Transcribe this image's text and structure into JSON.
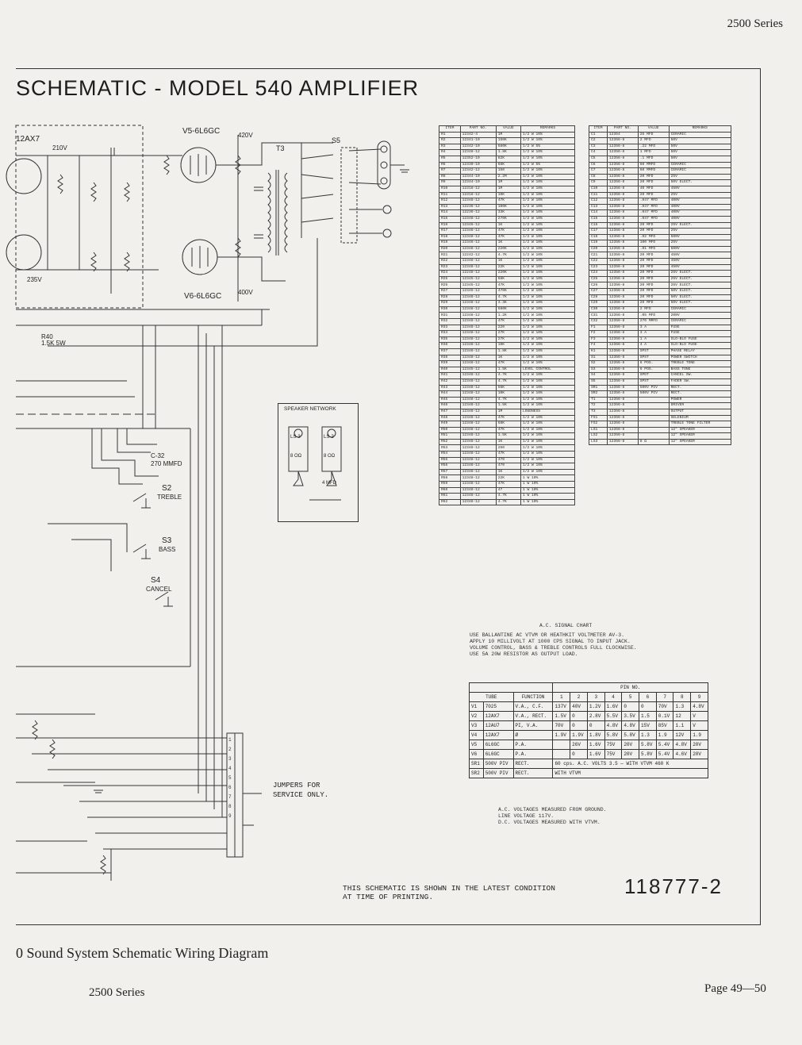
{
  "header": {
    "series": "2500 Series"
  },
  "schematic": {
    "title": "SCHEMATIC - MODEL 540 AMPLIFIER",
    "labels": {
      "v5": "V5-6L6GC",
      "v6": "V6-6L6GC",
      "v2": "12AX7",
      "t3": "T3",
      "s5": "S5",
      "s2": "S2",
      "s2_sub": "TREBLE",
      "s3": "S3",
      "s3_sub": "BASS",
      "s4": "S4",
      "s4_sub": "CANCEL",
      "v_420": "420V",
      "v_235": "235V",
      "v_400": "400V",
      "v_210": "210V",
      "r40": "R40",
      "r40_val": "1.5K 5W",
      "c32": "C-32",
      "c32_val": "270 MMFD"
    },
    "speaker_network": {
      "title": "SPEAKER NETWORK",
      "ls3": "LS-3",
      "ls2": "LS-2",
      "ls3_z": "8 OΩ",
      "ls2_z": "8 OΩ",
      "c_note": "4 MFD"
    },
    "parts_table_left": {
      "headers": [
        "ITEM",
        "PART NO.",
        "VALUE",
        "REMARKS"
      ],
      "rows": [
        [
          "R1",
          "12342-4",
          "1M",
          "1/2 W 10%"
        ],
        [
          "R2",
          "12341-10",
          "150K",
          "1/2 W 10%"
        ],
        [
          "R3",
          "12342-10",
          "680K",
          "1/2 W 5%"
        ],
        [
          "R4",
          "12348-12",
          "1.8K",
          "1/2 W 10%"
        ],
        [
          "R5",
          "12352-10",
          "82K",
          "1/2 W 10%"
        ],
        [
          "R6",
          "12330-10",
          "68K",
          "1/2 W 5%"
        ],
        [
          "R7",
          "12342-12",
          "150",
          "1/2 W 10%"
        ],
        [
          "R8",
          "12344-10",
          "2.2M",
          "1/2 W 10%"
        ],
        [
          "R9",
          "12344-10",
          "1M",
          "1/2 W 10%"
        ],
        [
          "R10",
          "12318-12",
          "1M",
          "1/2 W 10%"
        ],
        [
          "R11",
          "12318-12",
          "10K",
          "1/2 W 10%"
        ],
        [
          "R12",
          "12348-12",
          "47K",
          "1/2 W 10%"
        ],
        [
          "R13",
          "12236-12",
          "100K",
          "1/2 W 10%"
        ],
        [
          "R14",
          "12236-12",
          "33K",
          "1/2 W 10%"
        ],
        [
          "R15",
          "12348-12",
          "270K",
          "1/2 W 10%"
        ],
        [
          "R16",
          "12346-12",
          "1K",
          "1/2 W 10%"
        ],
        [
          "R17",
          "12348-12",
          "47K",
          "1/2 W 10%"
        ],
        [
          "R18",
          "12348-12",
          "47K",
          "1/2 W 10%"
        ],
        [
          "R19",
          "12346-12",
          "1K",
          "1/2 W 10%"
        ],
        [
          "R20",
          "12348-12",
          "220K",
          "1/2 W 10%"
        ],
        [
          "R21",
          "12242-12",
          "4.7K",
          "1/2 W 10%"
        ],
        [
          "R22",
          "12348-12",
          "1K",
          "1/2 W 10%"
        ],
        [
          "R23",
          "12348-12",
          "22K",
          "1/2 W 10%"
        ],
        [
          "R24",
          "12248-12",
          "220K",
          "1/2 W 10%"
        ],
        [
          "R25",
          "12345-12",
          "68K",
          "1/2 W 10%"
        ],
        [
          "R26",
          "12345-12",
          "47K",
          "1/2 W 10%"
        ],
        [
          "R27",
          "12345-12",
          "470K",
          "1/2 W 10%"
        ],
        [
          "R28",
          "12348-12",
          "4.7K",
          "1/2 W 10%"
        ],
        [
          "R29",
          "12348-12",
          "3.3K",
          "1/2 W 10%"
        ],
        [
          "R30",
          "12348-12",
          "680K",
          "1/2 W 10%"
        ],
        [
          "R31",
          "12348-12",
          "1.2K",
          "1/2 W 10%"
        ],
        [
          "R32",
          "12348-12",
          "47K",
          "1/2 W 10%"
        ],
        [
          "R33",
          "12348-12",
          "220",
          "1/2 W 10%"
        ],
        [
          "R34",
          "12348-12",
          "27K",
          "1/2 W 10%"
        ],
        [
          "R35",
          "12348-12",
          "27K",
          "1/2 W 10%"
        ],
        [
          "R36",
          "12348-12",
          "10K",
          "1/2 W 10%"
        ],
        [
          "R37",
          "12348-12",
          "1.8K",
          "1/2 W 10%"
        ],
        [
          "R38",
          "12348-12",
          "1K",
          "1/2 W 10%"
        ],
        [
          "R39",
          "12348-12",
          "47K",
          "1/2 W 10%"
        ],
        [
          "R40",
          "12345-12",
          "1.5K",
          "LEVEL CONTROL"
        ],
        [
          "R41",
          "12348-12",
          "4.7K",
          "1/2 W 10%"
        ],
        [
          "R42",
          "12348-12",
          "4.7K",
          "1/2 W 10%"
        ],
        [
          "R43",
          "12348-12",
          "56K",
          "1/2 W 10%"
        ],
        [
          "R44",
          "12348-12",
          "10K",
          "1/2 W 10%"
        ],
        [
          "R45",
          "12348-12",
          "4.7K",
          "1/2 W 10%"
        ],
        [
          "R46",
          "12348-12",
          "1.5K",
          "1/2 W 10%"
        ],
        [
          "R47",
          "12348-12",
          "1M",
          "LOUDNESS"
        ],
        [
          "R48",
          "12348-12",
          "47K",
          "1/2 W 10%"
        ],
        [
          "R49",
          "12348-12",
          "68K",
          "1/2 W 10%"
        ],
        [
          "R50",
          "12348-12",
          "47K",
          "1/2 W 10%"
        ],
        [
          "R51",
          "12348-12",
          "1.5K",
          "1/2 W 10%"
        ],
        [
          "R52",
          "12348-12",
          "1K",
          "1/2 W 10%"
        ],
        [
          "R53",
          "12348-12",
          "250",
          "1/2 W 10%"
        ],
        [
          "R54",
          "12348-12",
          "47K",
          "1/2 W 10%"
        ],
        [
          "R55",
          "12348-12",
          "470",
          "1/2 W 10%"
        ],
        [
          "R56",
          "12348-12",
          "470",
          "1/2 W 10%"
        ],
        [
          "R57",
          "12348-12",
          "1K",
          "1/2 W 10%"
        ],
        [
          "R58",
          "12348-12",
          "22K",
          "1 W 10%"
        ],
        [
          "R59",
          "12348-12",
          "47K",
          "1 W 10%"
        ],
        [
          "R60",
          "12348-12",
          "47",
          "1 W 10%"
        ],
        [
          "R61",
          "12348-12",
          "4.7K",
          "1 W 10%"
        ],
        [
          "R62",
          "12348-12",
          "4.7K",
          "1 W 10%"
        ]
      ]
    },
    "parts_table_right": {
      "headers": [
        "ITEM",
        "PART NO.",
        "VALUE",
        "REMARKS"
      ],
      "rows": [
        [
          "C1",
          "12354",
          "25 MFD",
          "CERAMIC"
        ],
        [
          "C2",
          "12356-8",
          "2 MFD",
          "50V"
        ],
        [
          "C3",
          "12356-8",
          ".22 MFD",
          "50V"
        ],
        [
          "C4",
          "12356-8",
          "1 MFD",
          "50V"
        ],
        [
          "C5",
          "12356-8",
          ".1 MFD",
          "50V"
        ],
        [
          "C6",
          "12356-8",
          "60 MMFD",
          "CERAMIC"
        ],
        [
          "C7",
          "12356-8",
          "60 MMFD",
          "CERAMIC"
        ],
        [
          "C8",
          "12356-8",
          "20 MFD",
          "25V"
        ],
        [
          "C9",
          "12356-8",
          "20 MFD",
          "50V ELECT."
        ],
        [
          "C10",
          "12356-8",
          "40 MFD",
          "450V"
        ],
        [
          "C11",
          "12356-8",
          "20 MFD",
          "25V"
        ],
        [
          "C12",
          "12356-8",
          ".047 MFD",
          "400V"
        ],
        [
          "C13",
          "12356-8",
          ".047 MFD",
          "400V"
        ],
        [
          "C14",
          "12356-8",
          ".047 MFD",
          "400V"
        ],
        [
          "C15",
          "12356-8",
          ".047 MFD",
          "400V"
        ],
        [
          "C16",
          "12356-8",
          "20 MFD",
          "25V ELECT."
        ],
        [
          "C17",
          "12356-8",
          "20 MFD",
          "25V"
        ],
        [
          "C18",
          "12356-8",
          ".02 MFD",
          "600V"
        ],
        [
          "C19",
          "12356-8",
          "100 MFD",
          "25V"
        ],
        [
          "C20",
          "12356-8",
          ".01 MFD",
          "600V"
        ],
        [
          "C21",
          "12356-8",
          "20 MFD",
          "450V"
        ],
        [
          "C22",
          "12356-8",
          "20 MFD",
          "450V"
        ],
        [
          "C23",
          "12356-8",
          "20 MFD",
          "450V"
        ],
        [
          "C24",
          "12356-8",
          "20 MFD",
          "25V ELECT."
        ],
        [
          "C25",
          "12356-8",
          "20 MFD",
          "25V ELECT."
        ],
        [
          "C26",
          "12356-8",
          "20 MFD",
          "25V ELECT."
        ],
        [
          "C27",
          "12356-8",
          "20 MFD",
          "50V ELECT."
        ],
        [
          "C28",
          "12356-8",
          "20 MFD",
          "50V ELECT."
        ],
        [
          "C29",
          "12356-8",
          "20 MFD",
          "50V ELECT."
        ],
        [
          "C30",
          "12356-8",
          "2 MFD",
          "CERAMIC"
        ],
        [
          "C31",
          "12356-8",
          ".05 MFD",
          "200V"
        ],
        [
          "C32",
          "12356-8",
          "270 MMFD",
          "CERAMIC"
        ],
        [
          "F1",
          "12356-8",
          "3 A",
          "FUSE"
        ],
        [
          "F2",
          "12356-8",
          "3 A",
          "FUSE"
        ],
        [
          "F3",
          "12356-8",
          "1 A",
          "SLO-BLO FUSE"
        ],
        [
          "F4",
          "12356-8",
          "4 A",
          "SLO-BLO FUSE"
        ],
        [
          "K1",
          "12356-8",
          "SPST",
          "PHASE RELAY"
        ],
        [
          "S1",
          "12356-8",
          "SPST",
          "POWER SWITCH"
        ],
        [
          "S2",
          "12356-8",
          "6 POS.",
          "TREBLE TONE"
        ],
        [
          "S3",
          "12356-8",
          "6 POS.",
          "BASS TONE"
        ],
        [
          "S4",
          "12356-8",
          "SPDT",
          "CANCEL SW."
        ],
        [
          "S5",
          "12356-8",
          "SPST",
          "FADER SW."
        ],
        [
          "SR1",
          "12356-8",
          "500V PIV",
          "RECT."
        ],
        [
          "SR2",
          "12356-8",
          "500V PIV",
          "RECT."
        ],
        [
          "T1",
          "12356-8",
          "",
          "POWER"
        ],
        [
          "T2",
          "12356-8",
          "",
          "DRIVER"
        ],
        [
          "T3",
          "12356-8",
          "",
          "OUTPUT"
        ],
        [
          "FS1",
          "12356-8",
          "",
          "SELENIUM"
        ],
        [
          "FS2",
          "12356-8",
          "",
          "TREBLE TONE FILTER"
        ],
        [
          "LS1",
          "12356-8",
          "",
          "12\" SPEAKER"
        ],
        [
          "LS2",
          "12356-8",
          "",
          "12\" SPEAKER"
        ],
        [
          "LS3",
          "12356-8",
          "8 Ω",
          "12\" SPEAKER"
        ]
      ]
    },
    "signal_chart": {
      "title": "A.C. SIGNAL CHART",
      "lines": [
        "USE BALLANTINE AC VTVM OR HEATHKIT VOLTMETER AV-3.",
        "APPLY 10 MILLIVOLT AT 1000 CPS SIGNAL TO INPUT JACK.",
        "VOLUME CONTROL, BASS & TREBLE CONTROLS FULL CLOCKWISE.",
        "USE 5A 20W RESISTOR AS OUTPUT LOAD."
      ]
    },
    "pin_table": {
      "pin_header": "PIN NO.",
      "headers": [
        "TUBE",
        "FUNCTION",
        "1",
        "2",
        "3",
        "4",
        "5",
        "6",
        "7",
        "8",
        "9"
      ],
      "rows": [
        [
          "V1",
          "7025",
          "V.A., C.F.",
          "137V",
          "40V",
          "1.2V",
          "1.6V",
          "0",
          "0",
          "70V",
          "1.3",
          "4.8V"
        ],
        [
          "V2",
          "12AX7",
          "V.A., RECT.",
          "1.5V",
          "0",
          "2.8V",
          "5.5V",
          "3.5V",
          "1.5",
          "0.1V",
          "12",
          "V"
        ],
        [
          "V3",
          "12AU7",
          "PI, V.A.",
          "70V",
          "0",
          "0",
          "4.8V",
          "4.8V",
          "15V",
          "85V",
          "1.1",
          "V"
        ],
        [
          "V4",
          "12AX7",
          "Ø",
          "1.9V",
          "1.9V",
          "1.8V",
          "5.8V",
          "5.8V",
          "1.3",
          "1.9",
          "12V",
          "1.9"
        ],
        [
          "V5",
          "6L6GC",
          "P.A.",
          "",
          "26V",
          "1.6V",
          "75V",
          "20V",
          "5.8V",
          "5.4V",
          "4.8V",
          "20V"
        ],
        [
          "V6",
          "6L6GC",
          "P.A.",
          "",
          "0",
          "1.6V",
          "75V",
          "20V",
          "5.8V",
          "5.4V",
          "4.6V",
          "20V"
        ],
        [
          "SR1",
          "500V PIV",
          "RECT.",
          "60 cps. A.C. VOLTS 3.5 — WITH VTVM 460 K",
          "",
          "",
          "",
          "",
          "",
          "",
          "",
          ""
        ],
        [
          "SR2",
          "500V PIV",
          "RECT.",
          "WITH VTVM",
          "",
          "",
          "",
          "",
          "",
          "",
          "",
          ""
        ]
      ]
    },
    "notes": [
      "A.C. VOLTAGES MEASURED FROM GROUND.",
      "LINE VOLTAGE 117V.",
      "D.C. VOLTAGES MEASURED WITH VTVM."
    ],
    "jumpers": "JUMPERS FOR SERVICE ONLY.",
    "condition": "THIS SCHEMATIC IS SHOWN IN THE LATEST CONDITION AT TIME OF PRINTING.",
    "doc_number": "118777-2"
  },
  "footer": {
    "caption": "0 Sound System Schematic Wiring Diagram",
    "series": "2500 Series",
    "page": "Page 49—50"
  },
  "colors": {
    "paper": "#f1f0ec",
    "ink": "#222222"
  }
}
